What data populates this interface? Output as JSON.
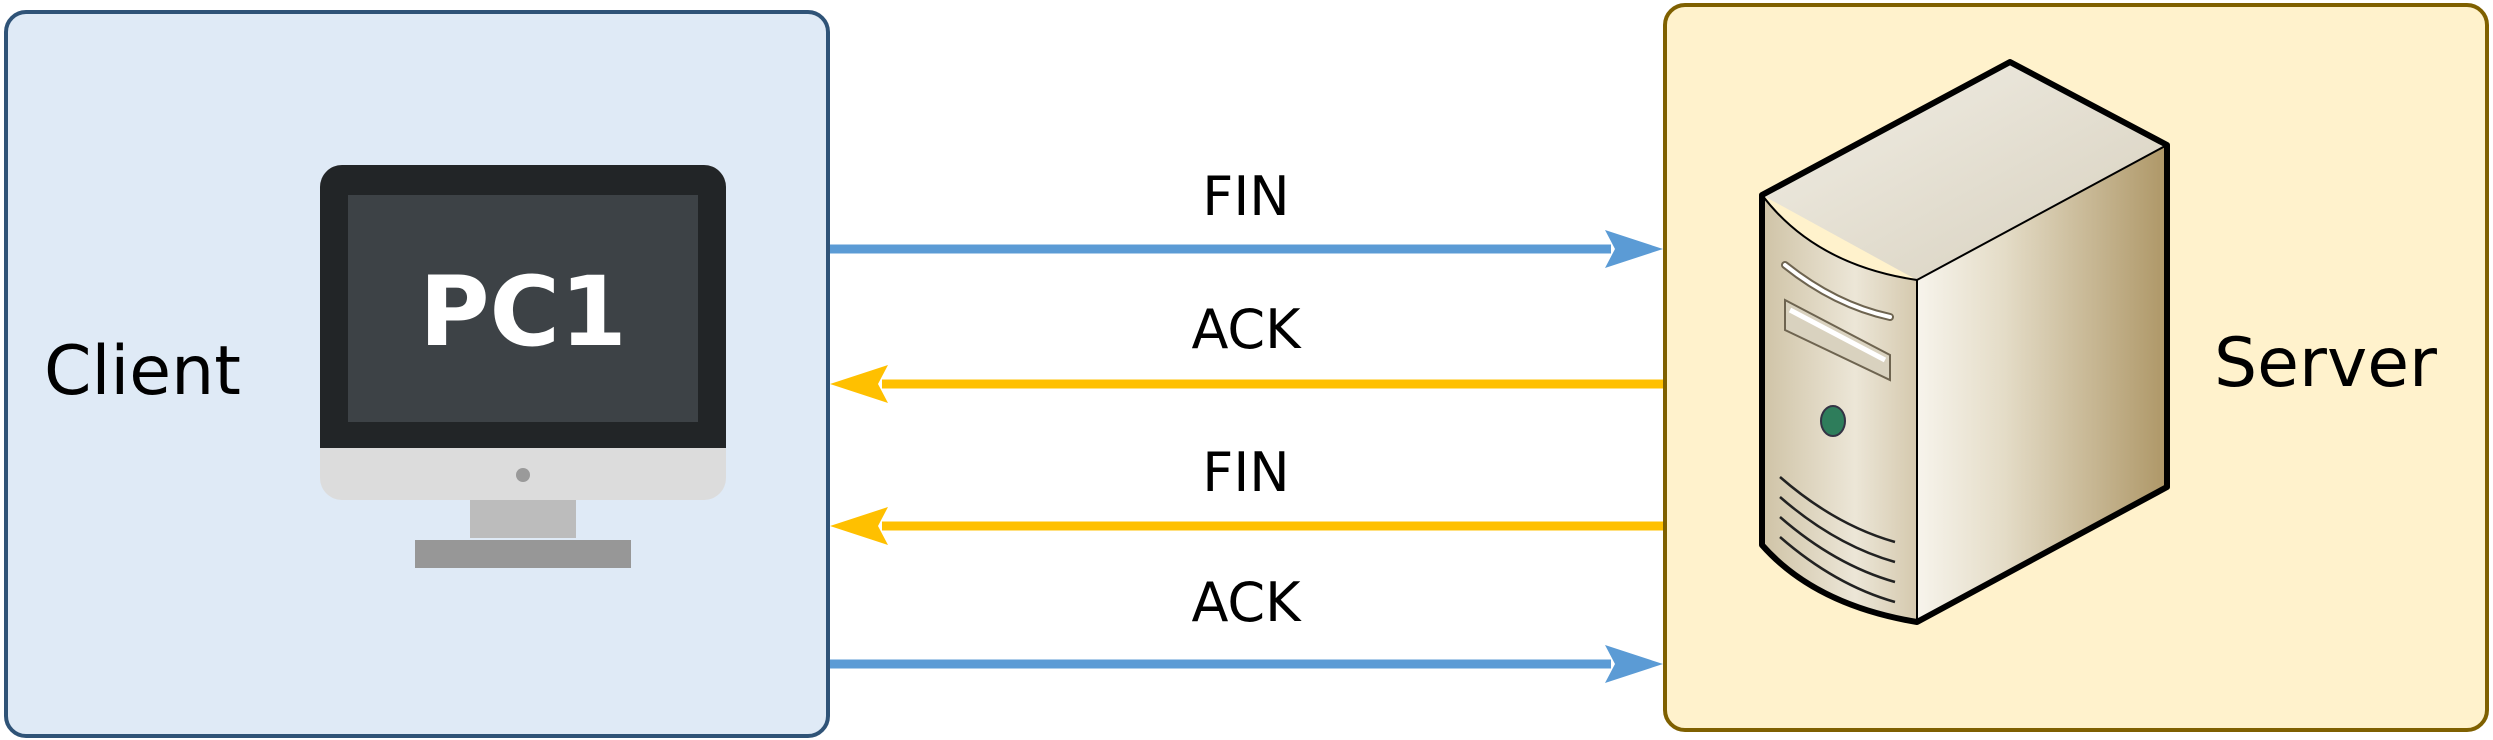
{
  "client": {
    "label": "Client"
  },
  "server": {
    "label": "Server"
  },
  "pc": {
    "screen_text": "PC1",
    "icon": "desktop-monitor-icon"
  },
  "server_icon": "server-tower-icon",
  "messages": [
    {
      "label": "FIN",
      "direction": "client-to-server",
      "color": "#5b9bd5"
    },
    {
      "label": "ACK",
      "direction": "server-to-client",
      "color": "#ffc000"
    },
    {
      "label": "FIN",
      "direction": "server-to-client",
      "color": "#ffc000"
    },
    {
      "label": "ACK",
      "direction": "client-to-server",
      "color": "#5b9bd5"
    }
  ],
  "colors": {
    "client_fill": "#dfeaf6",
    "client_border": "#2f5377",
    "server_fill": "#fff2cc",
    "server_border": "#7f6000",
    "client_to_server": "#5b9bd5",
    "server_to_client": "#ffc000"
  }
}
